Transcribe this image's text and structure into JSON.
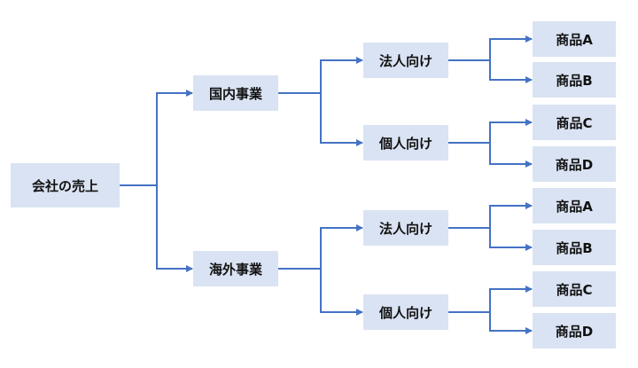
{
  "root": {
    "label": "会社の売上",
    "children": [
      {
        "label": "国内事業",
        "children": [
          {
            "label": "法人向け",
            "children": [
              {
                "label": "商品A"
              },
              {
                "label": "商品B"
              }
            ]
          },
          {
            "label": "個人向け",
            "children": [
              {
                "label": "商品C"
              },
              {
                "label": "商品D"
              }
            ]
          }
        ]
      },
      {
        "label": "海外事業",
        "children": [
          {
            "label": "法人向け",
            "children": [
              {
                "label": "商品A"
              },
              {
                "label": "商品B"
              }
            ]
          },
          {
            "label": "個人向け",
            "children": [
              {
                "label": "商品C"
              },
              {
                "label": "商品D"
              }
            ]
          }
        ]
      }
    ]
  },
  "colors": {
    "box": "#dae3f3",
    "connector": "#4472c4",
    "text": "#111111"
  }
}
